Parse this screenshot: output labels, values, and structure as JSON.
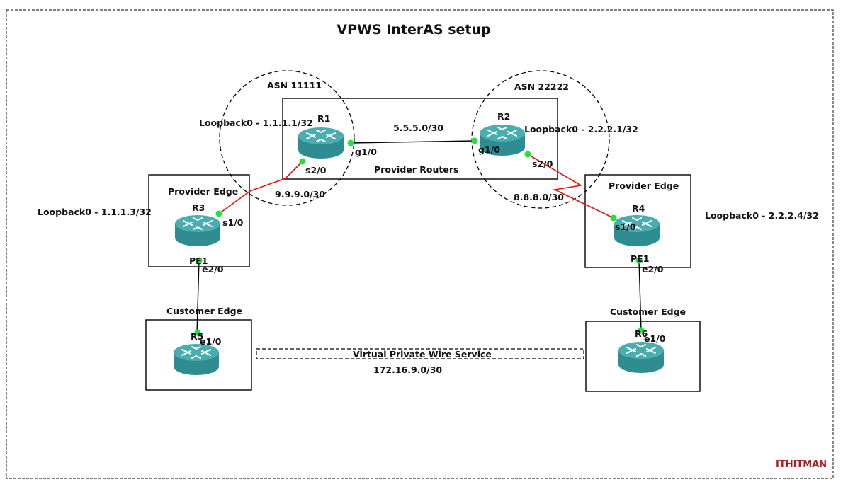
{
  "title": "VPWS InterAS setup",
  "brand": "ITHITMAN",
  "asn": {
    "left": "ASN 11111",
    "right": "ASN 22222"
  },
  "groups": {
    "provider_routers": "Provider Routers",
    "provider_edge_left": "Provider Edge",
    "provider_edge_right": "Provider Edge",
    "customer_edge_left": "Customer Edge",
    "customer_edge_right": "Customer Edge"
  },
  "routers": {
    "r1": {
      "name": "R1",
      "loopback": "Loopback0 - 1.1.1.1/32"
    },
    "r2": {
      "name": "R2",
      "loopback": "Loopback0 - 2.2.2.1/32"
    },
    "r3": {
      "name": "R3",
      "loopback": "Loopback0 - 1.1.1.3/32"
    },
    "r4": {
      "name": "R4",
      "loopback": "Loopback0 - 2.2.2.4/32"
    },
    "r5": {
      "name": "R5"
    },
    "r6": {
      "name": "R6"
    }
  },
  "interfaces": {
    "r1_g": "g1/0",
    "r1_s": "s2/0",
    "r2_g": "g1/0",
    "r2_s": "s2/0",
    "r3_s": "s1/0",
    "r3_pe": "PE1",
    "r3_e": "e2/0",
    "r4_s": "s1/0",
    "r4_pe": "PE1",
    "r4_e": "e2/0",
    "r5_e": "e1/0",
    "r6_e": "e1/0"
  },
  "subnets": {
    "r1_r2": "5.5.5.0/30",
    "r1_r3": "9.9.9.0/30",
    "r2_r4": "8.8.8.0/30",
    "customer": "172.16.9.0/30"
  },
  "service": "Virtual Private Wire Service",
  "colors": {
    "serial_link": "#e3120b",
    "port_dot": "#22e33a",
    "router_body": "#2f8c90",
    "router_top": "#4aaeb1",
    "brand": "#b01c1c"
  }
}
